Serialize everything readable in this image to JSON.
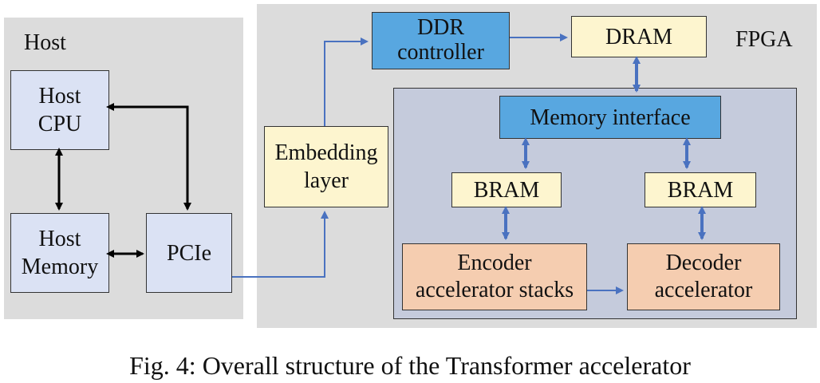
{
  "host": {
    "label": "Host",
    "cpu": "Host\nCPU",
    "memory": "Host\nMemory",
    "pcie": "PCIe"
  },
  "fpga": {
    "label": "FPGA",
    "embedding": "Embedding\nlayer",
    "ddr_controller": "DDR\ncontroller",
    "dram": "DRAM",
    "memory_interface": "Memory interface",
    "bram_left": "BRAM",
    "bram_right": "BRAM",
    "encoder": "Encoder\naccelerator stacks",
    "decoder": "Decoder\naccelerator"
  },
  "caption": "Fig. 4: Overall structure of the Transformer accelerator",
  "colors": {
    "region_gray": "#dcdcdc",
    "inner_region": "#c5cbdc",
    "host_box": "#dbe2f4",
    "yellow_box": "#fdf5cf",
    "blue_box": "#58a7e0",
    "orange_box": "#f5cdb0",
    "data_arrow": "#4a72c0",
    "host_arrow": "#000000"
  }
}
